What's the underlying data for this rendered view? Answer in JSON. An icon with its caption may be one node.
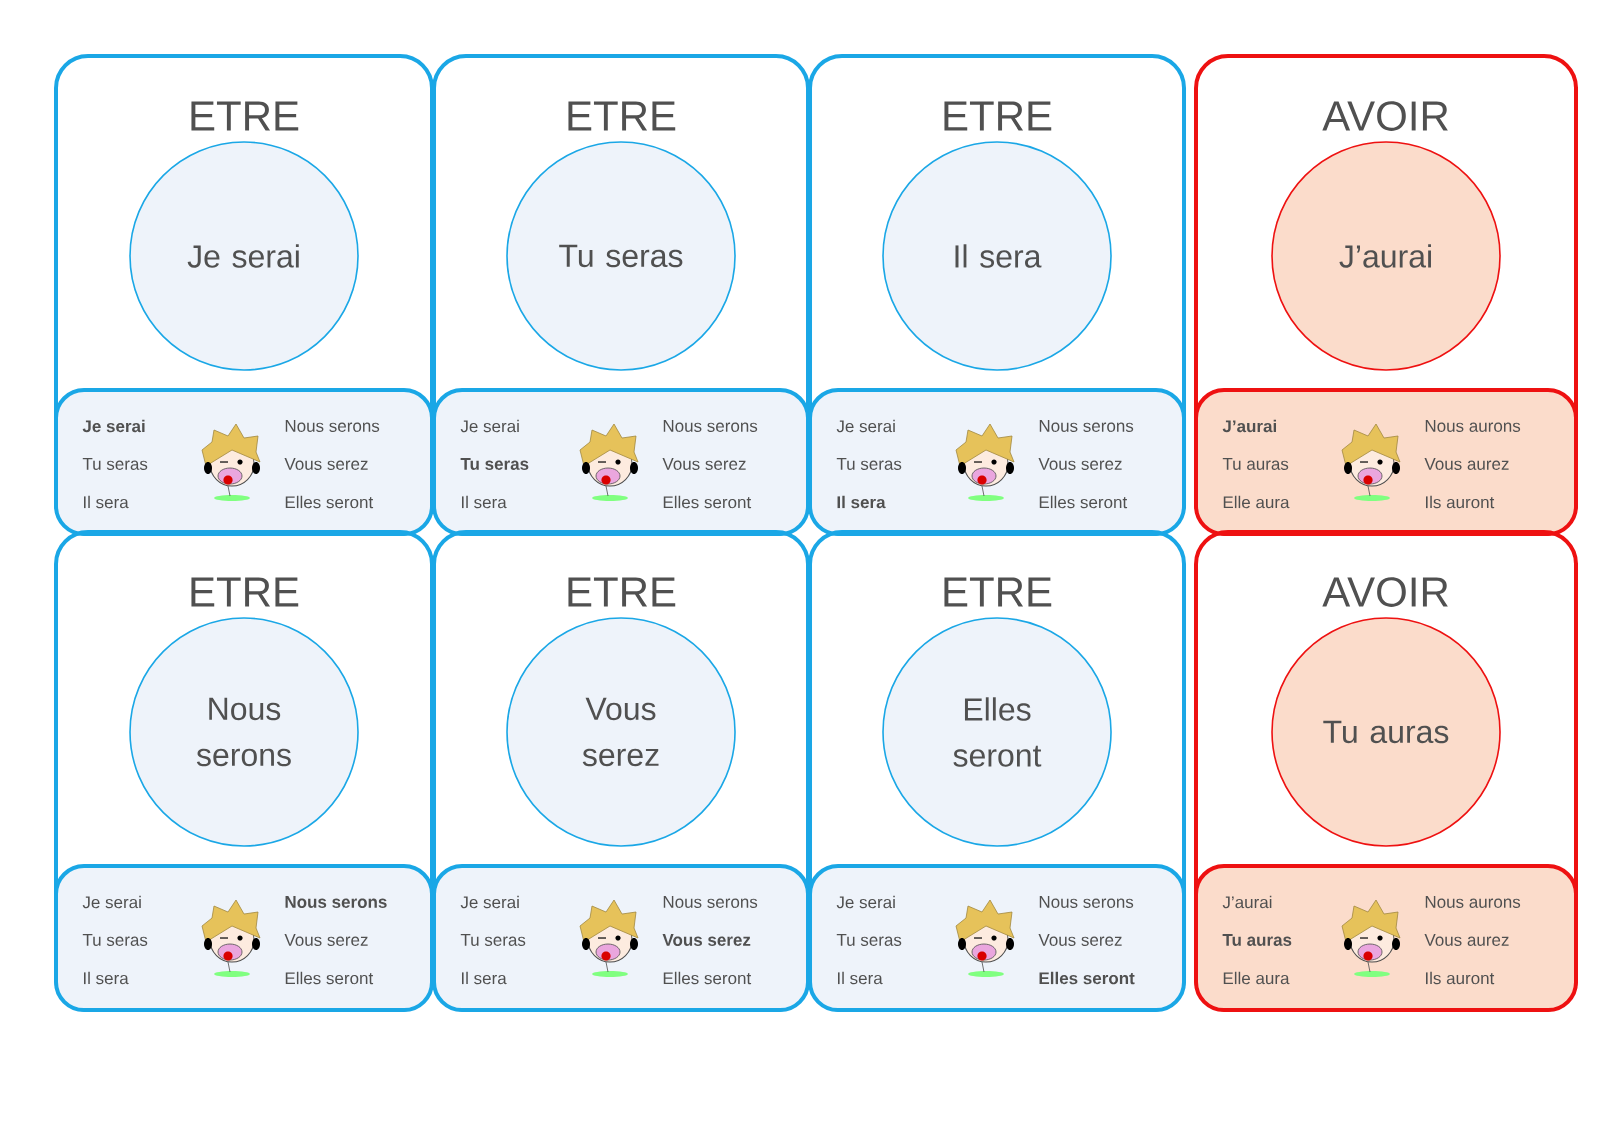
{
  "diagram": {
    "nodes": [
      {
        "text": [
          "ETRE"
        ]
      },
      {
        "text": [
          "Je serai"
        ],
        "in": 0
      },
      {
        "text": [
          "**Je serai**",
          "Tu seras",
          "Il sera",
          "Nous serons",
          "Vous serez",
          "Elles seront"
        ],
        "in": 0
      },
      {
        "text": [
          "ETRE"
        ]
      },
      {
        "text": [
          "Tu seras"
        ],
        "in": 3
      },
      {
        "text": [
          "Je serai",
          "**Tu seras**",
          "Il sera",
          "Nous serons",
          "Vous serez",
          "Elles seront"
        ],
        "in": 3
      },
      {
        "text": [
          "ETRE"
        ]
      },
      {
        "text": [
          "Il sera"
        ],
        "in": 6
      },
      {
        "text": [
          "Je serai",
          "Tu seras",
          "**Il sera**",
          "Nous serons",
          "Vous serez",
          "Elles seront"
        ],
        "in": 6
      },
      {
        "text": [
          "AVOIR"
        ]
      },
      {
        "text": [
          "J’aurai"
        ],
        "in": 9
      },
      {
        "text": [
          "**J’aurai**",
          "Tu auras",
          "Elle aura",
          "Nous aurons",
          "Vous aurez",
          "Ils auront"
        ],
        "in": 9
      },
      {
        "text": [
          "ETRE"
        ]
      },
      {
        "text": [
          "Nous serons"
        ],
        "in": 12
      },
      {
        "text": [
          "Je serai",
          "Tu seras",
          "Il sera",
          "**Nous serons**",
          "Vous serez",
          "Elles seront"
        ],
        "in": 12
      },
      {
        "text": [
          "ETRE"
        ]
      },
      {
        "text": [
          "Vous serez"
        ],
        "in": 15
      },
      {
        "text": [
          "Je serai",
          "Tu seras",
          "Il sera",
          "Nous serons",
          "**Vous serez**",
          "Elles seront"
        ],
        "in": 15
      },
      {
        "text": [
          "ETRE"
        ]
      },
      {
        "text": [
          "Elles seront"
        ],
        "in": 18
      },
      {
        "text": [
          "Je serai",
          "Tu seras",
          "Il sera",
          "Nous serons",
          "Vous serez",
          "**Elles seront**"
        ],
        "in": 18
      },
      {
        "text": [
          "AVOIR"
        ]
      },
      {
        "text": [
          "Tu auras"
        ],
        "in": 21
      },
      {
        "text": [
          "J’aurai",
          "**Tu auras**",
          "Elle aura",
          "Nous aurons",
          "Vous aurez",
          "Ils auront"
        ],
        "in": 21
      }
    ]
  }
}
